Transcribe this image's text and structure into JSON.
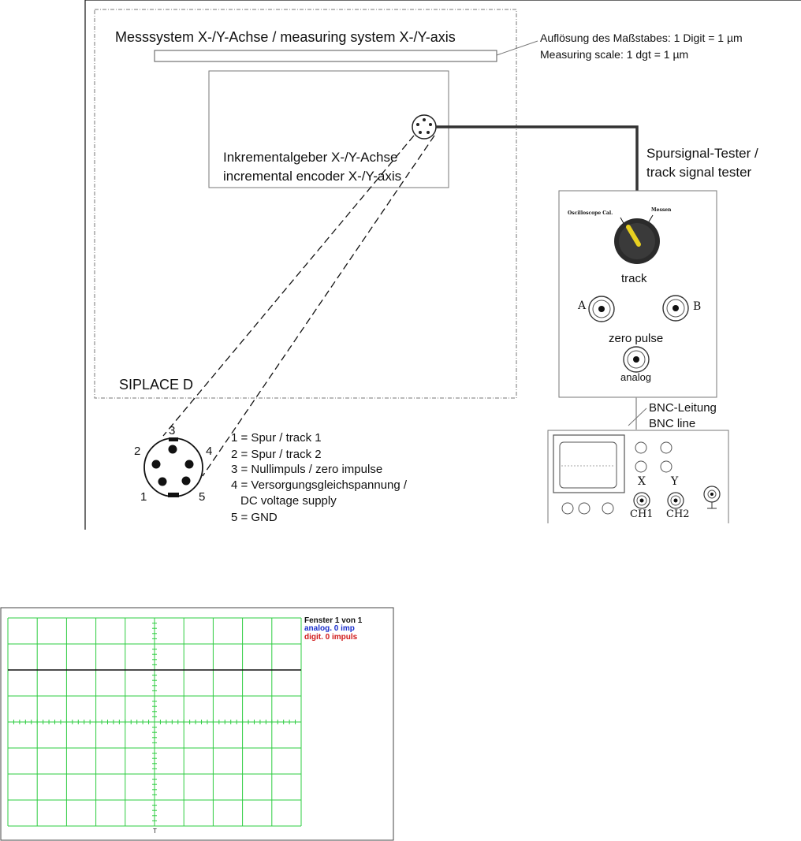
{
  "measuring_system": {
    "title": "Messsystem X-/Y-Achse / measuring system X-/Y-axis",
    "resolution_de": "Auflösung des Maßstabes: 1 Digit = 1 µm",
    "resolution_en": "Measuring scale: 1 dgt = 1 µm"
  },
  "encoder": {
    "label_de": "Inkrementalgeber X-/Y-Achse",
    "label_en": "incremental encoder X-/Y-axis"
  },
  "machine_label": "SIPLACE D",
  "tester": {
    "title_de": "Spursignal-Tester /",
    "title_en": "track signal tester",
    "knob_left": "Oscilloscope Cal.",
    "knob_right": "Messen",
    "track_label": "track",
    "jack_a": "A",
    "jack_b": "B",
    "zero_pulse": "zero pulse",
    "analog": "analog"
  },
  "cable": {
    "label_de": "BNC-Leitung",
    "label_en": "BNC line"
  },
  "oscilloscope": {
    "x_label": "X",
    "y_label": "Y",
    "ch1": "CH1",
    "ch2": "CH2"
  },
  "connector": {
    "pin_numbers": [
      "1",
      "2",
      "3",
      "4",
      "5"
    ],
    "legend": [
      "1 = Spur / track 1",
      "2 = Spur / track 2",
      "3 = Nullimpuls / zero impulse",
      "4 = Versorgungsgleichspannung /",
      "DC voltage supply",
      "5 = GND"
    ]
  },
  "scope_screen": {
    "window_label": "Fenster 1 von 1",
    "analog_label": "analog. 0 imp",
    "digit_label": "digit. 0 impuls",
    "trigger_marker": "T",
    "colors": {
      "grid": "#2ecc40",
      "analog": "#1a2ecc",
      "digit": "#d01818",
      "trace": "#111111"
    }
  }
}
